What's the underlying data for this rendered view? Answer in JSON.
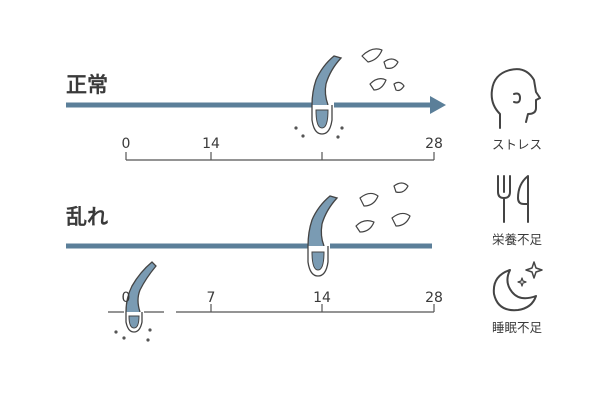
{
  "normal": {
    "title": "正常",
    "ticks": [
      "0",
      "14",
      "28"
    ]
  },
  "disordered": {
    "title": "乱れ",
    "ticks": [
      "0",
      "7",
      "14",
      "28"
    ]
  },
  "causes": [
    {
      "label": "ストレス",
      "icon": "head-profile-icon"
    },
    {
      "label": "栄養不足",
      "icon": "fork-knife-icon"
    },
    {
      "label": "睡眠不足",
      "icon": "moon-stars-icon"
    }
  ],
  "colors": {
    "line": "#5b7f99",
    "hair": "#7a9bb3",
    "stroke": "#444444"
  }
}
